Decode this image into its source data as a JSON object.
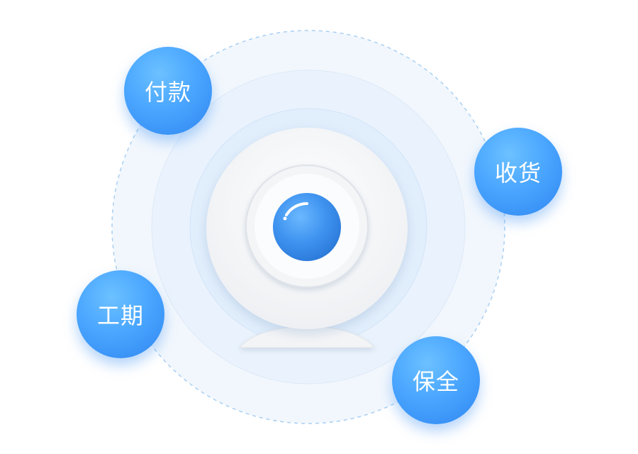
{
  "labels": {
    "pay": "付款",
    "receive": "收货",
    "period": "工期",
    "warranty": "保全"
  },
  "colors": {
    "bubble": "#4aa6ff",
    "bubble_dark": "#2f86f0",
    "ring_outer": "#f2f7fd",
    "ring_middle": "#e9f2fc",
    "ring_inner": "#e1eefc",
    "dashed_border": "#a9cff2",
    "camera_body": "#f7f8fa",
    "lens": "#3f93ef"
  },
  "icons": {
    "center": "webcam-icon"
  }
}
